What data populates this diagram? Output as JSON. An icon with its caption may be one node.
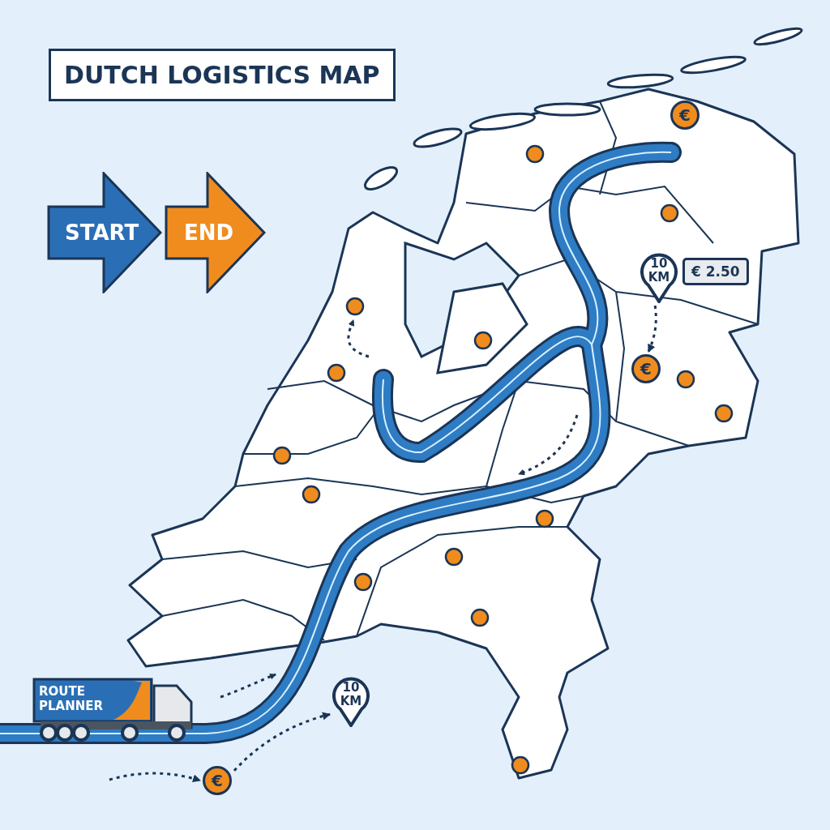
{
  "diagram": {
    "title": "DUTCH LOGISTICS MAP",
    "nodes": [
      {
        "text": [
          "START"
        ]
      },
      {
        "text": [
          "END"
        ]
      },
      {
        "text": [
          "10 KM"
        ]
      },
      {
        "text": [
          "€ 2.50"
        ]
      },
      {
        "text": [
          "€"
        ]
      },
      {
        "text": [
          "€"
        ]
      },
      {
        "text": [
          "€"
        ]
      },
      {
        "text": [
          "10 KM"
        ]
      },
      {
        "text": [
          "ROUTE PLANNER"
        ]
      }
    ],
    "edges": [
      {
        "from": 2,
        "to": 4,
        "arrow": "to",
        "style": "dashed"
      },
      {
        "from": null,
        "to": 6,
        "arrow": "to",
        "style": "dashed"
      },
      {
        "from": 6,
        "to": 7,
        "arrow": "to",
        "style": "dashed"
      }
    ]
  }
}
